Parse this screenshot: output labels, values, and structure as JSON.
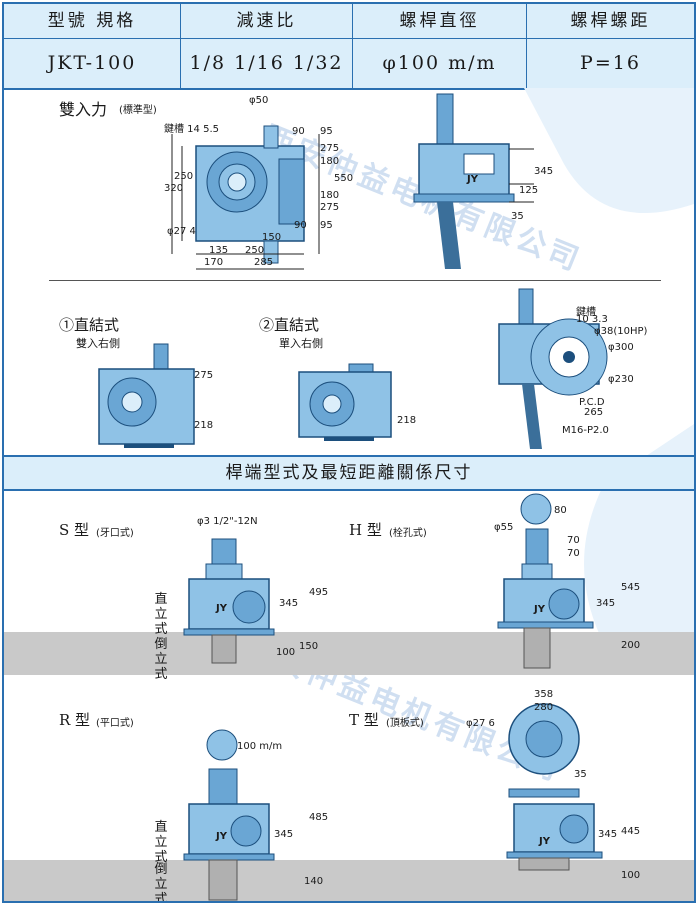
{
  "header": {
    "columns": [
      {
        "heading": "型號 規格",
        "value": "JKT-100"
      },
      {
        "heading": "減速比",
        "value": "1/8  1/16  1/32"
      },
      {
        "heading": "螺桿直徑",
        "value": "φ100 m/m"
      },
      {
        "heading": "螺桿螺距",
        "value": "P=16"
      }
    ]
  },
  "top": {
    "dual_input_title": "雙入力",
    "dual_input_note": "(標準型)",
    "key_note": "鍵槽 14 5.5",
    "shaft_dia": "φ50",
    "hole_note": "φ27 4",
    "dims_left": [
      "250",
      "320"
    ],
    "dims_right": [
      "275",
      "180",
      "180",
      "275"
    ],
    "dims_mid": [
      "90",
      "95",
      "90",
      "95",
      "550"
    ],
    "dims_bottom": [
      "150",
      "135",
      "250",
      "170",
      "285"
    ],
    "side_dims": [
      "345",
      "125",
      "35"
    ]
  },
  "middle": {
    "direct1_title": "①直結式",
    "direct1_sub": "雙入右側",
    "direct2_title": "②直結式",
    "direct2_sub": "單入右側",
    "dims1": [
      "275",
      "218"
    ],
    "dims2": [
      "218"
    ],
    "flange_notes": [
      "鍵槽",
      "10 3.3",
      "φ38(10HP)",
      "φ300",
      "φ230",
      "P.C.D",
      "265",
      "M16-P2.0"
    ]
  },
  "section_title": "桿端型式及最短距離關係尺寸",
  "types": {
    "S": {
      "title": "S 型",
      "note": "(牙口式)",
      "thread": "φ3 1/2\"-12N",
      "dims": [
        "495",
        "345",
        "100",
        "150"
      ]
    },
    "H": {
      "title": "H 型",
      "note": "(栓孔式)",
      "dims": [
        "80",
        "φ55",
        "70",
        "70",
        "545",
        "345",
        "200"
      ]
    },
    "R": {
      "title": "R 型",
      "note": "(平口式)",
      "dia": "100 m/m",
      "dims": [
        "485",
        "345",
        "140"
      ]
    },
    "T": {
      "title": "T 型",
      "note": "(頂板式)",
      "dims": [
        "358",
        "280",
        "φ27 6",
        "35",
        "445",
        "345",
        "100"
      ]
    }
  },
  "labels": {
    "upright": "直立式",
    "inverted": "倒立式",
    "brand": "JY"
  },
  "watermark": "西安仲益电机有限公司",
  "colors": {
    "accent": "#2a6fb0",
    "body": "#8fc2e6",
    "header_bg": "#dbeefa"
  }
}
